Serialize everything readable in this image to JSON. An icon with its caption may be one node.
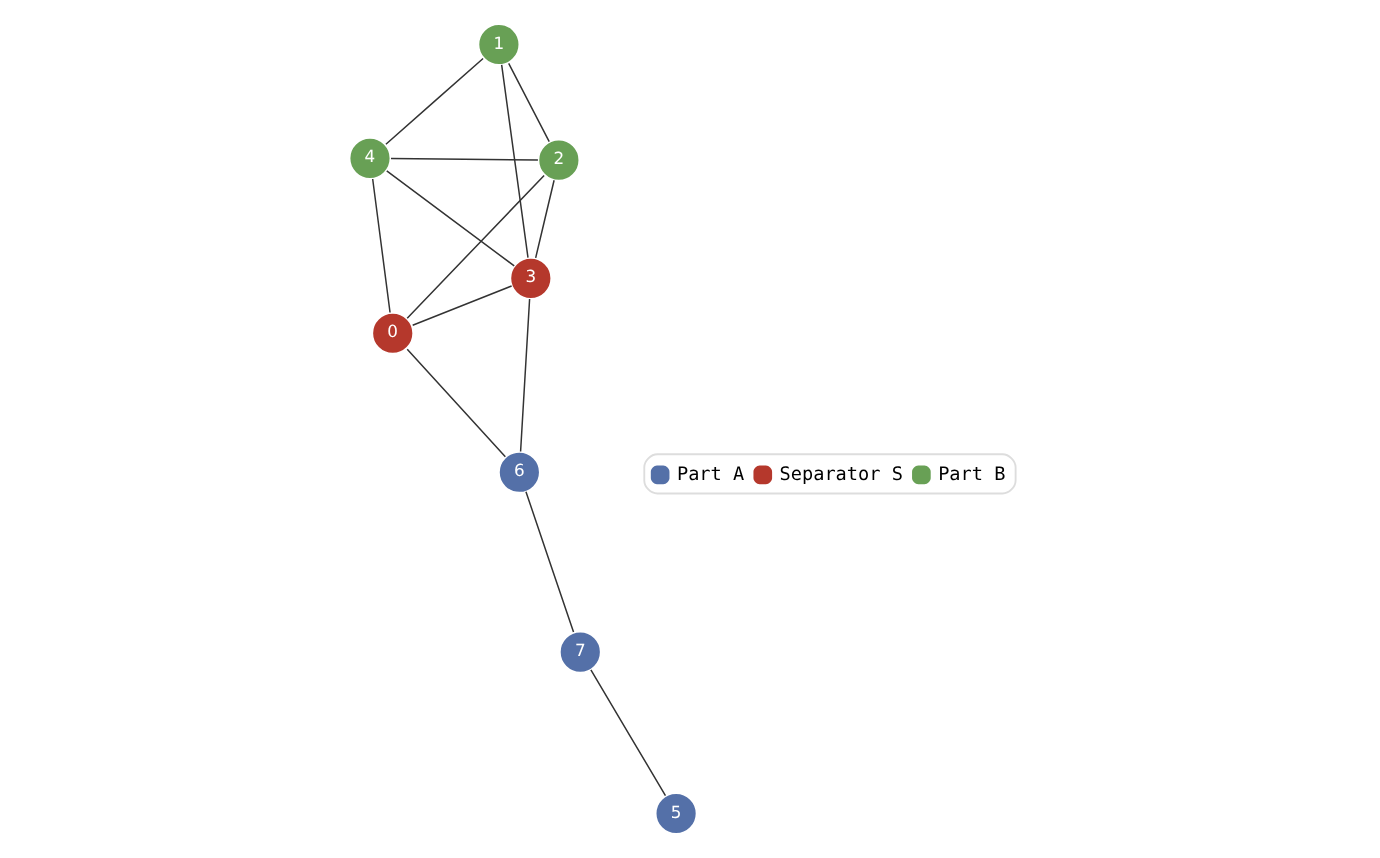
{
  "diagram": {
    "nodes": [
      {
        "text": [
          "0"
        ]
      },
      {
        "text": [
          "1"
        ]
      },
      {
        "text": [
          "2"
        ]
      },
      {
        "text": [
          "3"
        ]
      },
      {
        "text": [
          "4"
        ]
      },
      {
        "text": [
          "5"
        ]
      },
      {
        "text": [
          "6"
        ]
      },
      {
        "text": [
          "7"
        ]
      }
    ],
    "edges": [
      {
        "from": 7,
        "to": 5,
        "arrow": "none"
      },
      {
        "from": 7,
        "to": 6,
        "arrow": "none"
      },
      {
        "from": 6,
        "to": 3,
        "arrow": "none"
      },
      {
        "from": 6,
        "to": 0,
        "arrow": "none"
      },
      {
        "from": 2,
        "to": 1,
        "arrow": "none"
      },
      {
        "from": 2,
        "to": 3,
        "arrow": "none"
      },
      {
        "from": 2,
        "to": 0,
        "arrow": "none"
      },
      {
        "from": 2,
        "to": 4,
        "arrow": "none"
      },
      {
        "from": 3,
        "to": 1,
        "arrow": "none"
      },
      {
        "from": 3,
        "to": 0,
        "arrow": "none"
      },
      {
        "from": 3,
        "to": 4,
        "arrow": "none"
      },
      {
        "from": 0,
        "to": 4,
        "arrow": "none"
      },
      {
        "from": 1,
        "to": 4,
        "arrow": "none"
      }
    ],
    "legend": [
      {
        "text": "Part A",
        "color": "#5470a8"
      },
      {
        "text": "Separator S",
        "color": "#b5382c"
      },
      {
        "text": "Part B",
        "color": "#68a055"
      }
    ]
  }
}
